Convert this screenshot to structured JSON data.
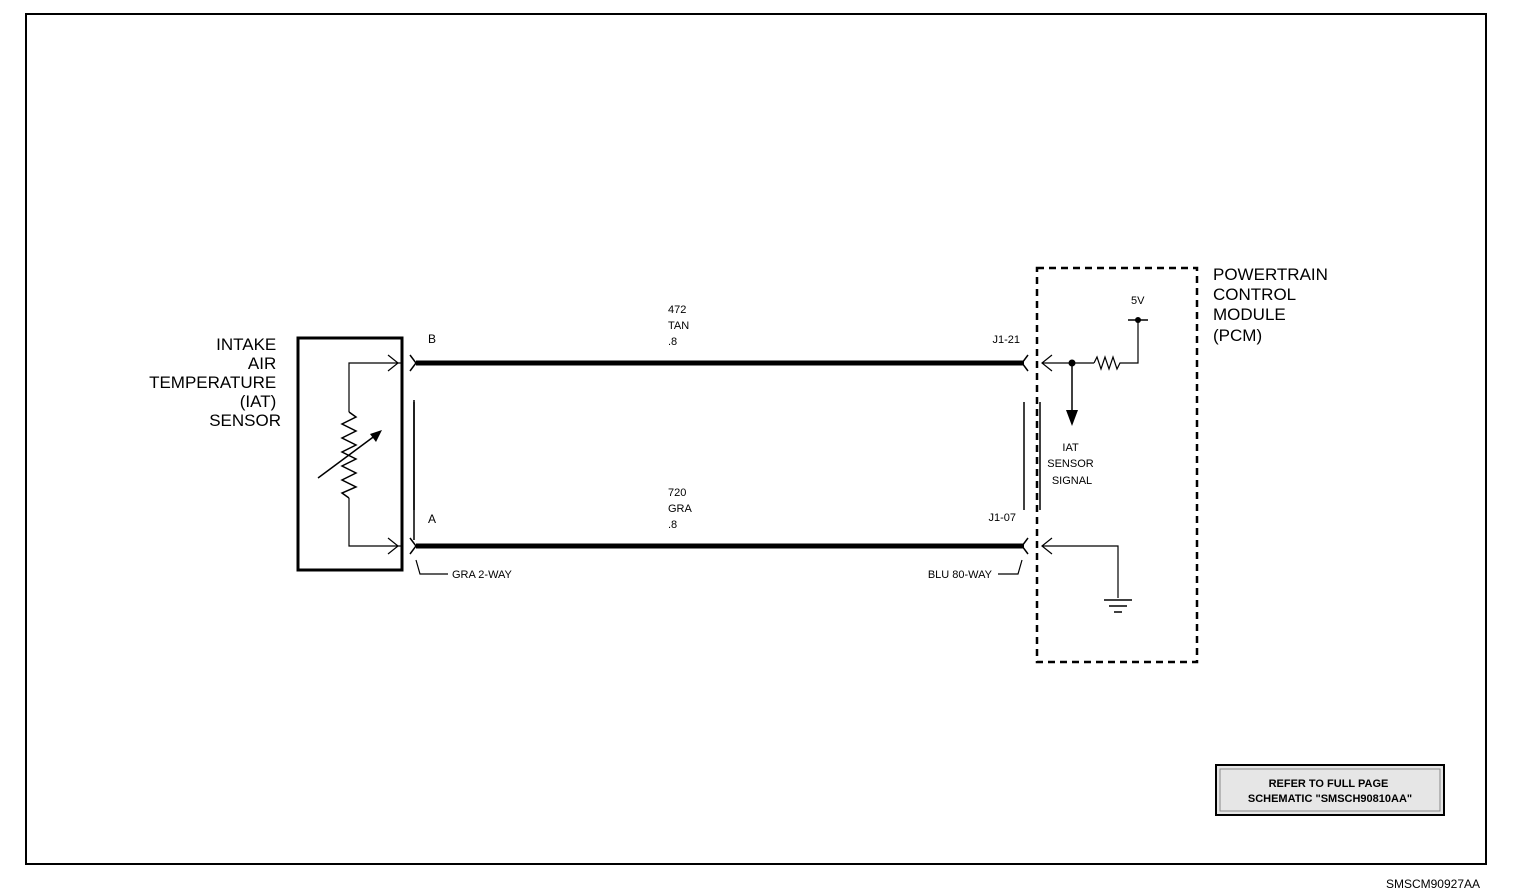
{
  "sensor": {
    "label_lines": [
      "INTAKE",
      "AIR",
      "TEMPERATURE",
      "(IAT)",
      "SENSOR"
    ],
    "pin_b": "B",
    "pin_a": "A",
    "connector": "GRA 2-WAY"
  },
  "wires": {
    "top": {
      "circuit": "472",
      "color": "TAN",
      "gauge": ".8"
    },
    "bottom": {
      "circuit": "720",
      "color": "GRA",
      "gauge": ".8"
    }
  },
  "pcm": {
    "label_lines": [
      "POWERTRAIN",
      "CONTROL",
      "MODULE",
      "(PCM)"
    ],
    "pin_top": "J1-21",
    "pin_bottom": "J1-07",
    "connector": "BLU 80-WAY",
    "supply": "5V",
    "signal_lines": [
      "IAT",
      "SENSOR",
      "SIGNAL"
    ]
  },
  "note": {
    "lines": [
      "REFER TO FULL PAGE",
      "SCHEMATIC \"SMSCH90810AA\""
    ]
  },
  "figure_id": "SMSCM90927AA"
}
